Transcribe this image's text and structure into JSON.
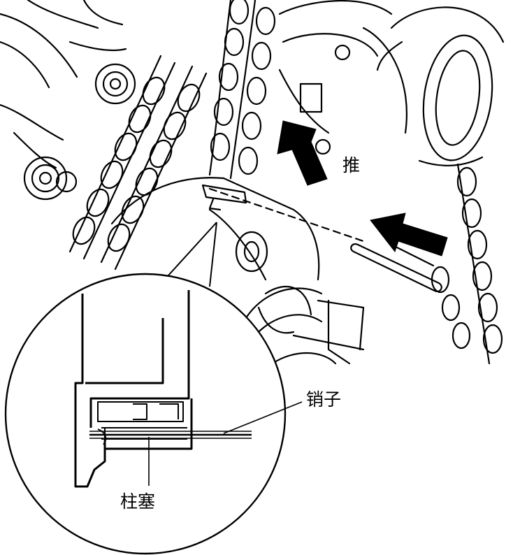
{
  "labels": {
    "push": "推",
    "pin": "销子",
    "plunger": "柱塞"
  },
  "colors": {
    "ink": "#000000",
    "paper": "#ffffff"
  }
}
